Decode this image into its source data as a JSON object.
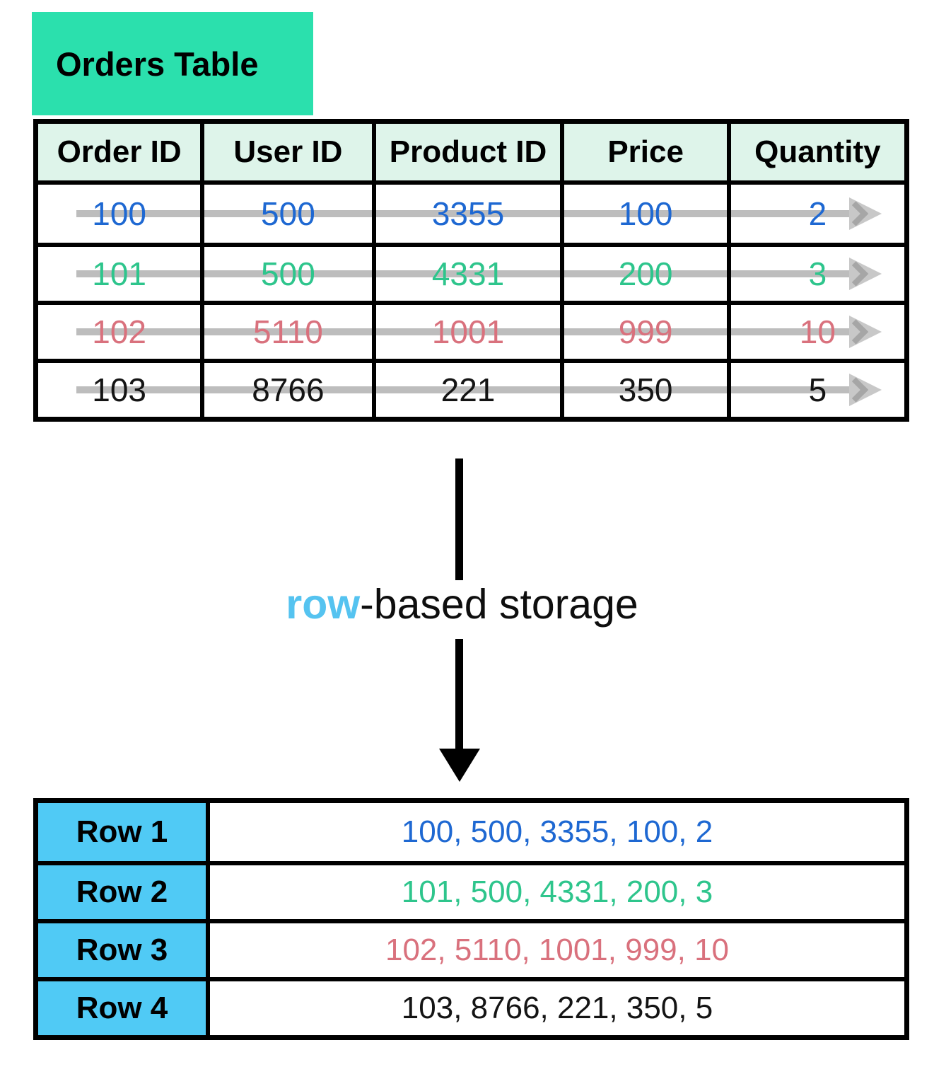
{
  "orders_table": {
    "title": "Orders Table",
    "title_bg": "#2be0ad",
    "header_bg": "#def4ea",
    "columns": [
      "Order ID",
      "User ID",
      "Product ID",
      "Price",
      "Quantity"
    ],
    "rows": [
      {
        "values": [
          "100",
          "500",
          "3355",
          "100",
          "2"
        ],
        "color": "#1e68d2"
      },
      {
        "values": [
          "101",
          "500",
          "4331",
          "200",
          "3"
        ],
        "color": "#2ec58c"
      },
      {
        "values": [
          "102",
          "5110",
          "1001",
          "999",
          "10"
        ],
        "color": "#d9717d"
      },
      {
        "values": [
          "103",
          "8766",
          "221",
          "350",
          "5"
        ],
        "color": "#141414"
      }
    ],
    "row_arrow_color": "#bdbdbd"
  },
  "transform_arrow": {
    "label_highlight": "row",
    "label_highlight_color": "#55c3f0",
    "label_rest": "-based storage",
    "arrow_color": "#000000"
  },
  "row_storage_table": {
    "label_bg": "#50caf5",
    "rows": [
      {
        "label": "Row 1",
        "values": "100, 500, 3355, 100, 2",
        "color": "#1e68d2"
      },
      {
        "label": "Row 2",
        "values": "101, 500, 4331, 200, 3",
        "color": "#2ec58c"
      },
      {
        "label": "Row 3",
        "values": "102, 5110, 1001, 999, 10",
        "color": "#d9717d"
      },
      {
        "label": "Row 4",
        "values": "103, 8766, 221, 350, 5",
        "color": "#141414"
      }
    ]
  }
}
